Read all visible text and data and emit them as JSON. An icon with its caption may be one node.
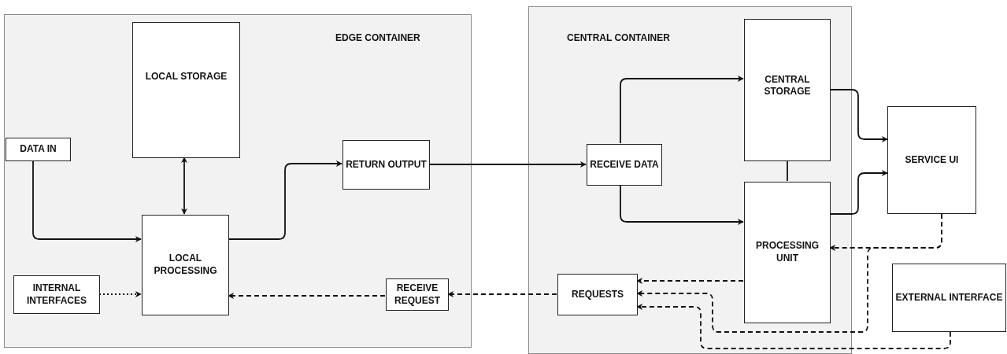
{
  "diagram": {
    "nodes": [
      {
        "text": [
          "EDGE CONTAINER"
        ]
      },
      {
        "text": [
          "LOCAL STORAGE"
        ],
        "in": 0
      },
      {
        "text": [
          "DATA IN"
        ],
        "in": 0
      },
      {
        "text": [
          "LOCAL PROCESSING"
        ],
        "in": 0
      },
      {
        "text": [
          "INTERNAL INTERFACES"
        ],
        "in": 0
      },
      {
        "text": [
          "RETURN OUTPUT"
        ],
        "in": 0
      },
      {
        "text": [
          "RECEIVE REQUEST"
        ],
        "in": 0
      },
      {
        "text": [
          "CENTRAL CONTAINER"
        ]
      },
      {
        "text": [
          "CENTRAL STORAGE"
        ],
        "in": 7
      },
      {
        "text": [
          "RECEIVE DATA"
        ],
        "in": 7
      },
      {
        "text": [
          "PROCESSING UNIT"
        ],
        "in": 7
      },
      {
        "text": [
          "REQUESTS"
        ],
        "in": 7
      },
      {
        "text": [
          "SERVICE UI"
        ]
      },
      {
        "text": [
          "EXTERNAL INTERFACE"
        ]
      }
    ],
    "edges": [
      {
        "from": 2,
        "to": 3,
        "arrow": "to"
      },
      {
        "from": 1,
        "to": 3,
        "arrow": "both"
      },
      {
        "from": 3,
        "to": 5,
        "arrow": "to"
      },
      {
        "from": 4,
        "to": 3,
        "arrow": "to",
        "style": "dashed"
      },
      {
        "from": 6,
        "to": 3,
        "arrow": "to",
        "style": "dashed"
      },
      {
        "from": 11,
        "to": 6,
        "arrow": "to",
        "style": "dashed"
      },
      {
        "from": 5,
        "to": 9,
        "arrow": "to"
      },
      {
        "from": 9,
        "to": 8,
        "arrow": "to"
      },
      {
        "from": 9,
        "to": 10,
        "arrow": "to"
      },
      {
        "from": 8,
        "to": 10,
        "arrow": "none"
      },
      {
        "from": 8,
        "to": 12,
        "arrow": "to"
      },
      {
        "from": 10,
        "to": 12,
        "arrow": "to"
      },
      {
        "from": 12,
        "to": 10,
        "arrow": "to",
        "style": "dashed"
      },
      {
        "from": 12,
        "to": 11,
        "arrow": "to",
        "style": "dashed"
      },
      {
        "from": 10,
        "to": 11,
        "arrow": "to",
        "style": "dashed"
      },
      {
        "from": 13,
        "to": 11,
        "arrow": "to",
        "style": "dashed"
      }
    ]
  }
}
